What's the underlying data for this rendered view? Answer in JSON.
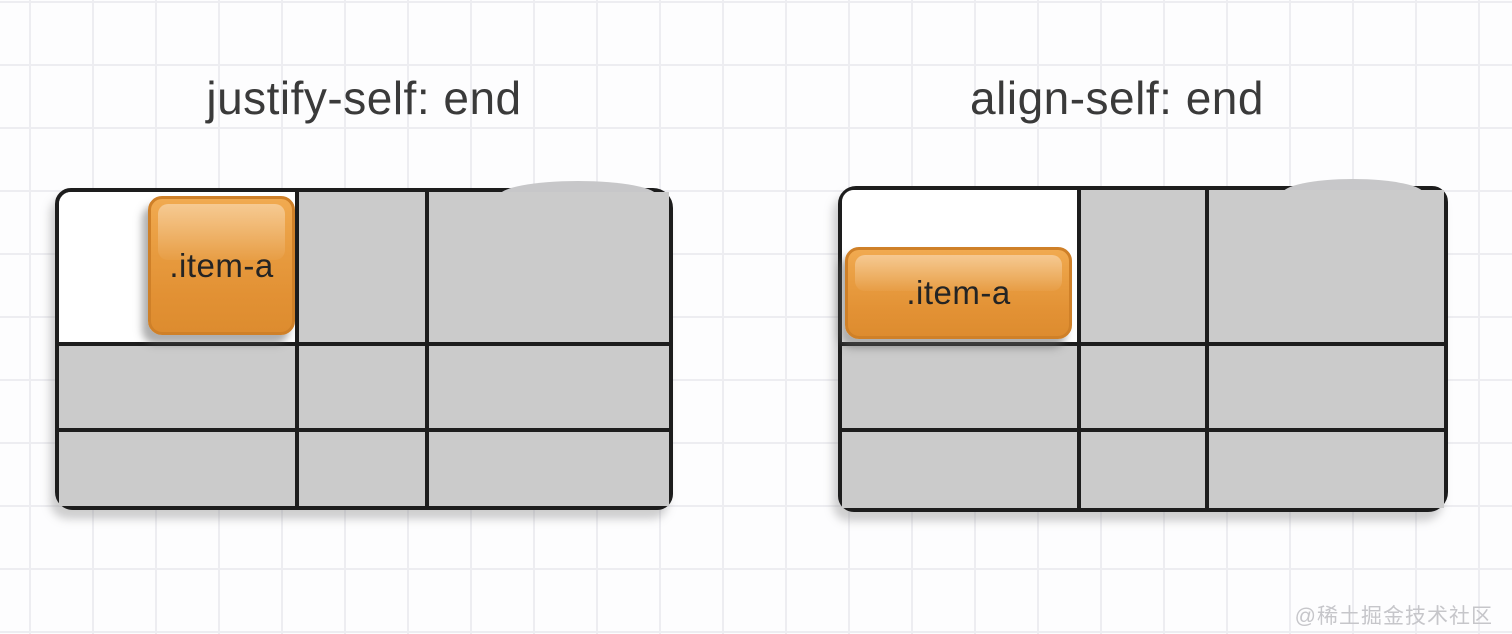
{
  "figures": [
    {
      "title": "justify-self: end",
      "item_label": ".item-a",
      "property": "justify-self",
      "value": "end",
      "grid": {
        "columns": 3,
        "rows": 3,
        "item_cell": "row 1, column 1",
        "item_position": "right edge of cell, full height"
      }
    },
    {
      "title": "align-self: end",
      "item_label": ".item-a",
      "property": "align-self",
      "value": "end",
      "grid": {
        "columns": 3,
        "rows": 3,
        "item_cell": "row 1, column 1",
        "item_position": "bottom edge of cell, full width"
      }
    }
  ],
  "watermark": "@稀土掘金技术社区",
  "colors": {
    "item_orange": "#e89c40",
    "item_border": "#cf8028",
    "cell_gray": "#cbcbcb",
    "first_cell": "#ffffff",
    "line_black": "#1d1d1d",
    "paper": "#fdfdfe",
    "paper_grid_line": "#ededf1",
    "title_text": "#3a3a3a",
    "watermark_text": "#c6c6ca"
  }
}
